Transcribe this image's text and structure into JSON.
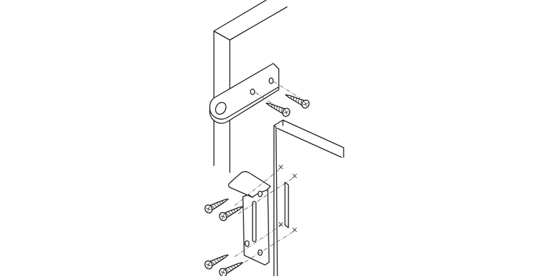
{
  "diagram": {
    "type": "assembly-illustration",
    "line_color": "#1a1a1a",
    "background": "#ffffff",
    "parts": [
      "upper-panel",
      "lower-panel",
      "flat-hinge-plate",
      "hook-bracket",
      "screw"
    ],
    "screw_count": 6
  }
}
